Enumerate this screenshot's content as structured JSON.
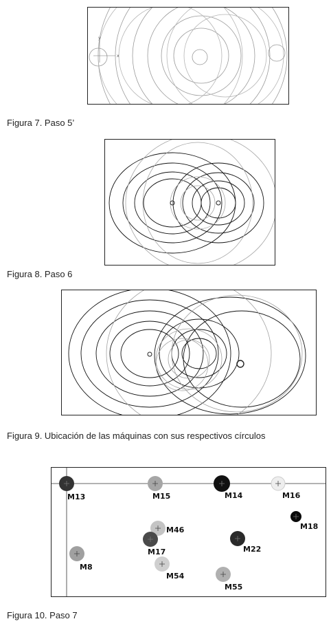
{
  "figures": [
    {
      "id": "fig7",
      "caption": "Figura 7. Paso 5’"
    },
    {
      "id": "fig8",
      "caption": "Figura 8. Paso 6"
    },
    {
      "id": "fig9",
      "caption": "Figura 9. Ubicación de las máquinas con sus respectivos círculos"
    },
    {
      "id": "fig10",
      "caption": "Figura 10. Paso 7"
    }
  ],
  "fig7_axes": {
    "y_label": "y",
    "x_label": "x"
  },
  "machines": [
    {
      "label": "M13",
      "shade": "#333333"
    },
    {
      "label": "M15",
      "shade": "#a6a6a6"
    },
    {
      "label": "M14",
      "shade": "#111111"
    },
    {
      "label": "M16",
      "shade": "#eeeeee"
    },
    {
      "label": "M18",
      "shade": "#0a0a0a"
    },
    {
      "label": "M46",
      "shade": "#c4c4c4"
    },
    {
      "label": "M17",
      "shade": "#4a4a4a"
    },
    {
      "label": "M22",
      "shade": "#2a2a2a"
    },
    {
      "label": "M8",
      "shade": "#a0a0a0"
    },
    {
      "label": "M54",
      "shade": "#cfcfcf"
    },
    {
      "label": "M55",
      "shade": "#b0b0b0"
    }
  ]
}
